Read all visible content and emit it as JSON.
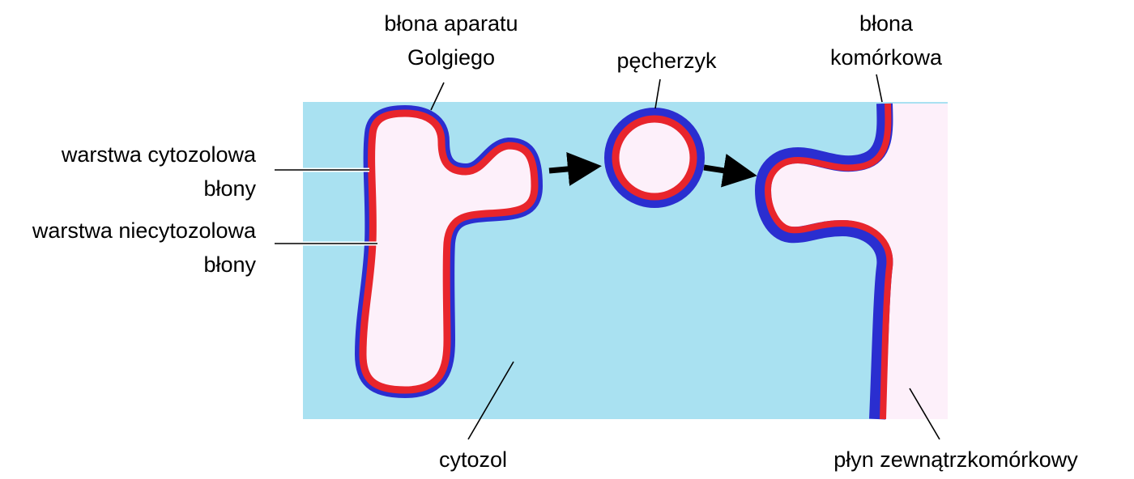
{
  "colors": {
    "cytosol": "#a9e1f1",
    "lumen": "#fdf0fa",
    "extracellular": "#fdf0fa",
    "cytosolic_leaflet": "#2a2ed0",
    "noncytosolic_leaflet": "#e8252c",
    "arrow": "#000000",
    "text": "#000000"
  },
  "labels": {
    "golgi_membrane": [
      "błona aparatu",
      "Golgiego"
    ],
    "vesicle": "pęcherzyk",
    "cell_membrane": [
      "błona",
      "komórkowa"
    ],
    "cytosolic_leaflet": [
      "warstwa cytozolowa",
      "błony"
    ],
    "noncytosolic_leaflet": [
      "warstwa niecytozolowa",
      "błony"
    ],
    "cytosol": "cytozol",
    "extracellular_fluid": "płyn zewnątrzkomórkowy"
  }
}
